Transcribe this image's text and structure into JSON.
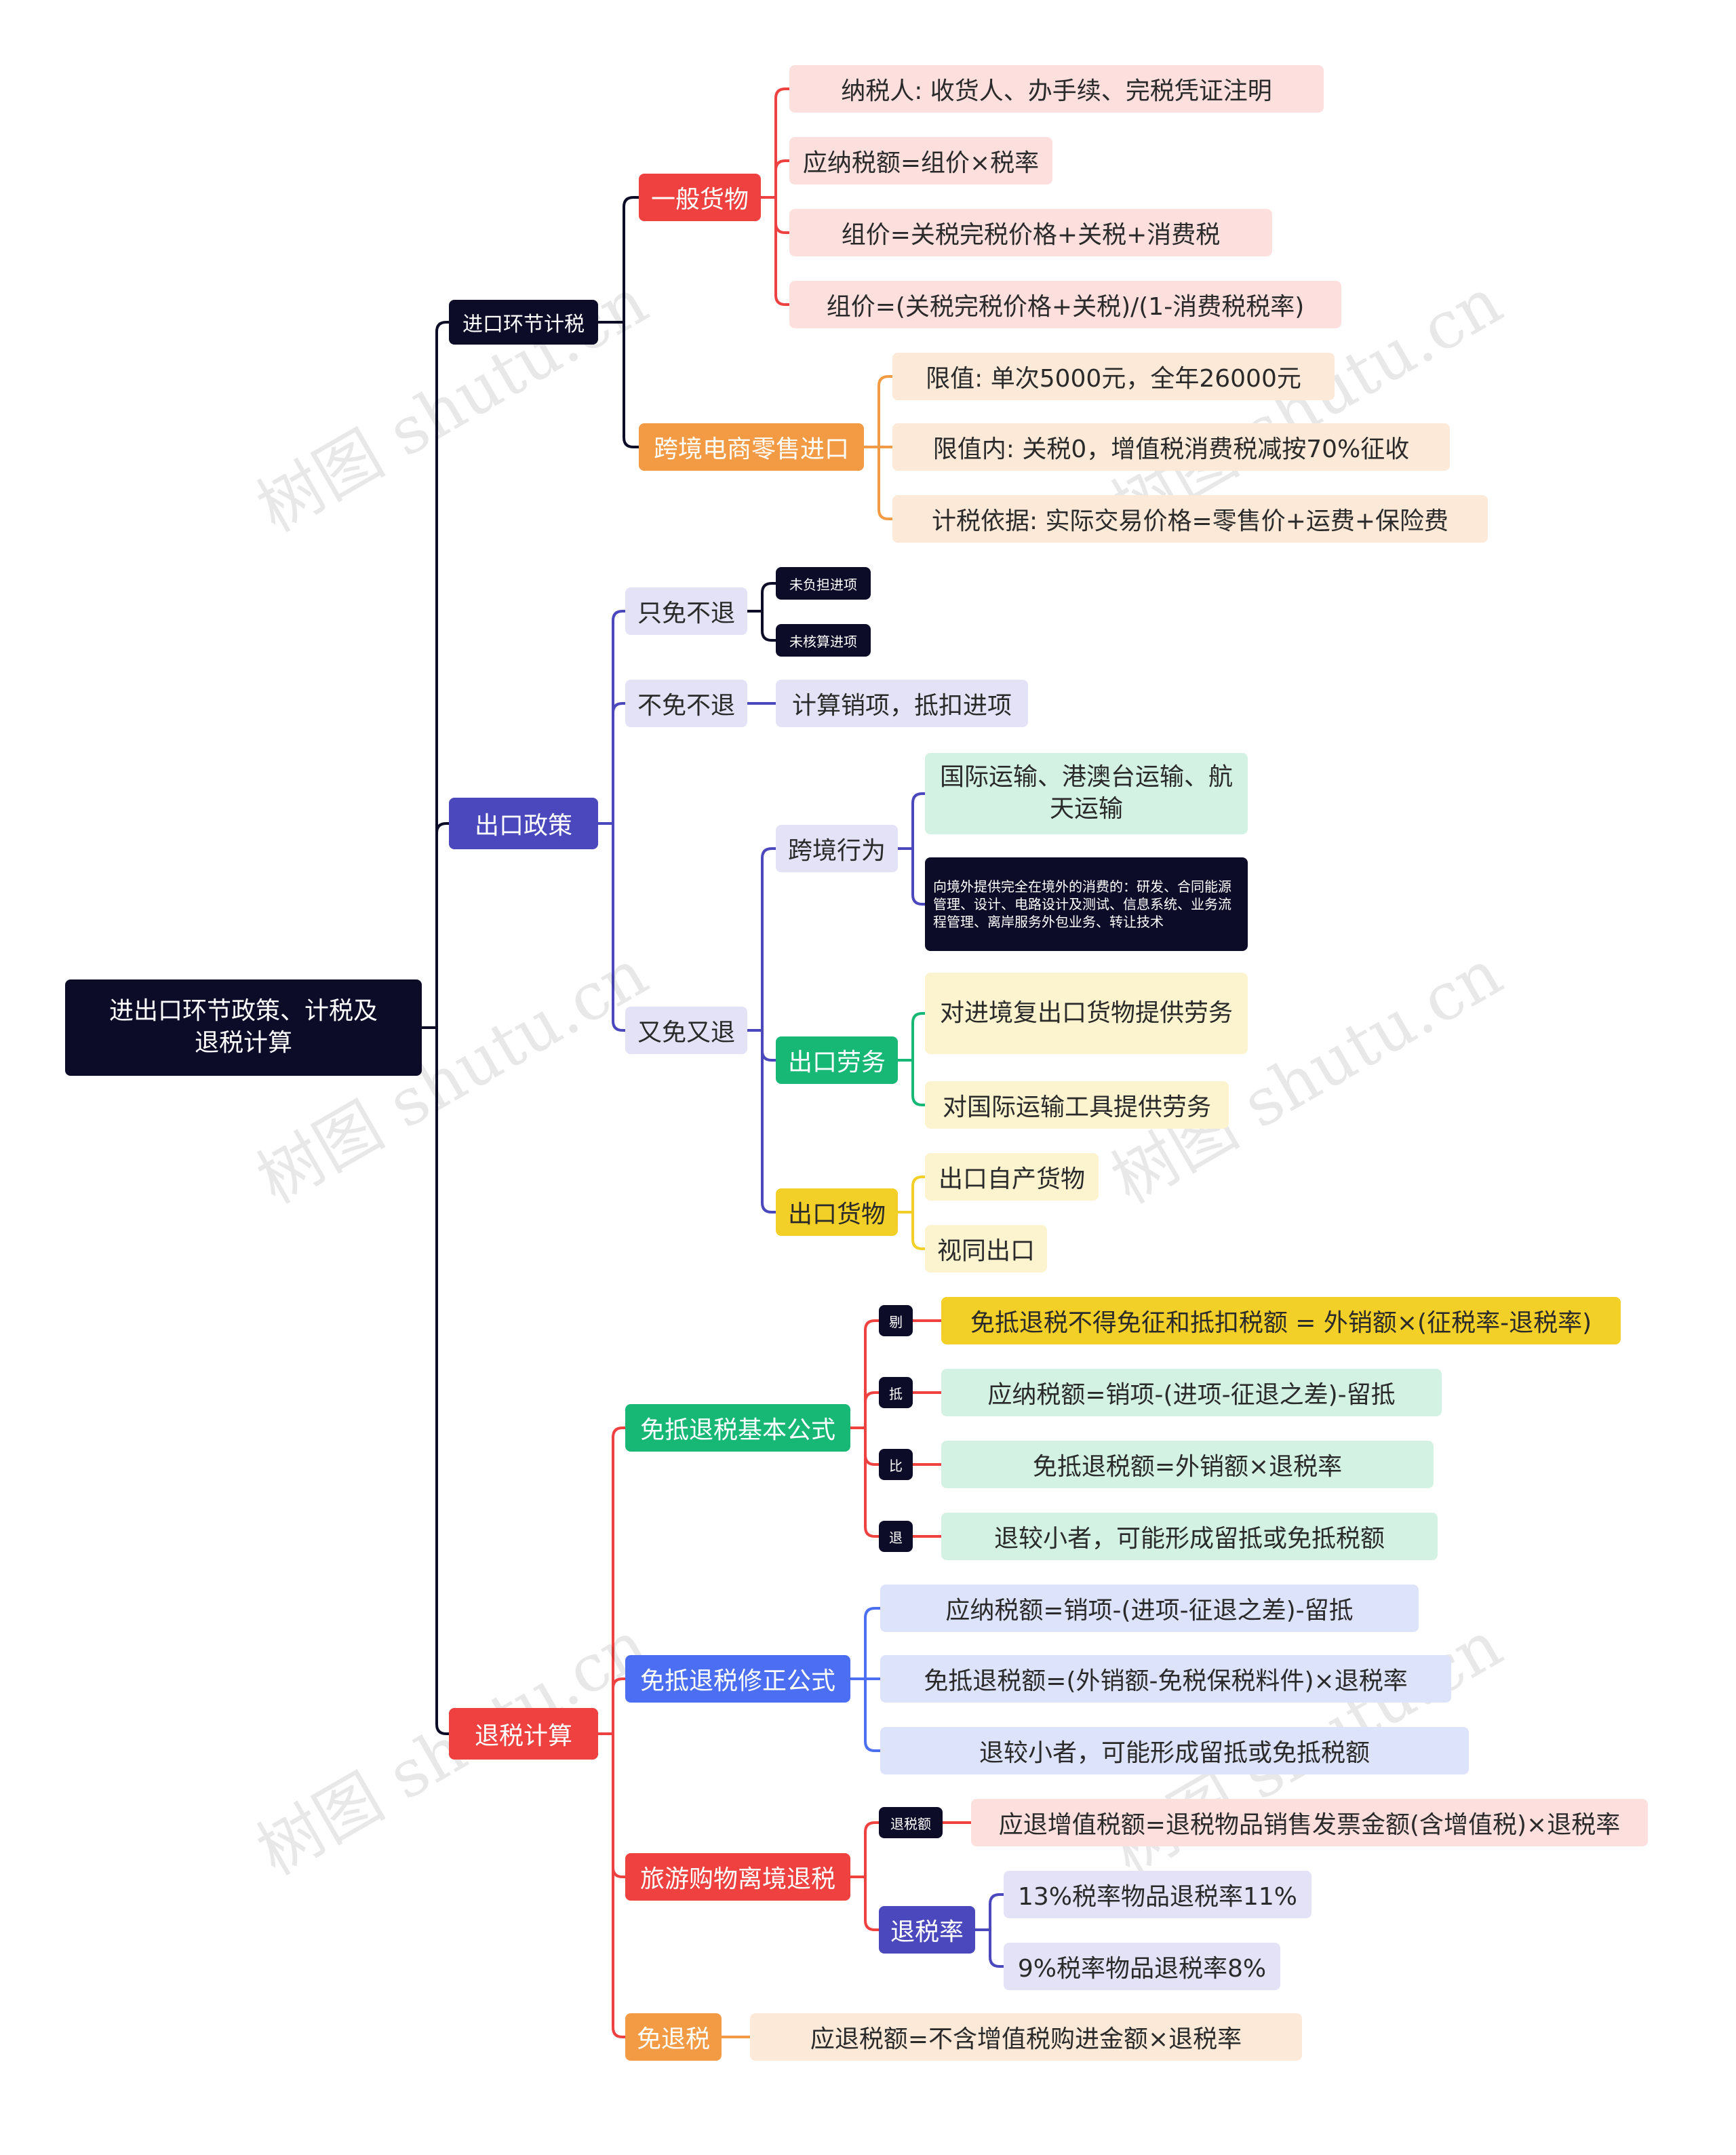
{
  "root": "进出口环节政策、计税及退税计算",
  "import": {
    "label": "进口环节计税",
    "general": {
      "label": "一般货物",
      "items": [
        "纳税人: 收货人、办手续、完税凭证注明",
        "应纳税额=组价×税率",
        "组价=关税完税价格+关税+消费税",
        "组价=(关税完税价格+关税)/(1-消费税税率)"
      ]
    },
    "ecommerce": {
      "label": "跨境电商零售进口",
      "items": [
        "限值: 单次5000元，全年26000元",
        "限值内: 关税0，增值税消费税减按70%征收",
        "计税依据: 实际交易价格=零售价+运费+保险费"
      ]
    }
  },
  "export": {
    "label": "出口政策",
    "exempt_only": {
      "label": "只免不退",
      "items": [
        "未负担进项",
        "未核算进项"
      ]
    },
    "no_exempt": {
      "label": "不免不退",
      "item": "计算销项，抵扣进项"
    },
    "both": {
      "label": "又免又退",
      "cross_border": {
        "label": "跨境行为",
        "items": [
          "国际运输、港澳台运输、航天运输",
          "向境外提供完全在境外的消费的：研发、合同能源管理、设计、电路设计及测试、信息系统、业务流程管理、离岸服务外包业务、转让技术"
        ]
      },
      "labor": {
        "label": "出口劳务",
        "items": [
          "对进境复出口货物提供劳务",
          "对国际运输工具提供劳务"
        ]
      },
      "goods": {
        "label": "出口货物",
        "items": [
          "出口自产货物",
          "视同出口"
        ]
      }
    }
  },
  "refund": {
    "label": "退税计算",
    "basic": {
      "label": "免抵退税基本公式",
      "tags": [
        "剔",
        "抵",
        "比",
        "退"
      ],
      "items": [
        "免抵退税不得免征和抵扣税额 = 外销额×(征税率-退税率)",
        "应纳税额=销项-(进项-征退之差)-留抵",
        "免抵退税额=外销额×退税率",
        "退较小者，可能形成留抵或免抵税额"
      ]
    },
    "revised": {
      "label": "免抵退税修正公式",
      "items": [
        "应纳税额=销项-(进项-征退之差)-留抵",
        "免抵退税额=(外销额-免税保税料件)×退税率",
        "退较小者，可能形成留抵或免抵税额"
      ]
    },
    "tourism": {
      "label": "旅游购物离境退税",
      "amount_tag": "退税额",
      "amount_formula": "应退增值税额=退税物品销售发票金额(含增值税)×退税率",
      "rate_label": "退税率",
      "rates": [
        "13%税率物品退税率11%",
        "9%税率物品退税率8%"
      ]
    },
    "exempt": {
      "label": "免退税",
      "item": "应退税额=不含增值税购进金额×退税率"
    }
  },
  "watermark": "树图 shutu.cn"
}
